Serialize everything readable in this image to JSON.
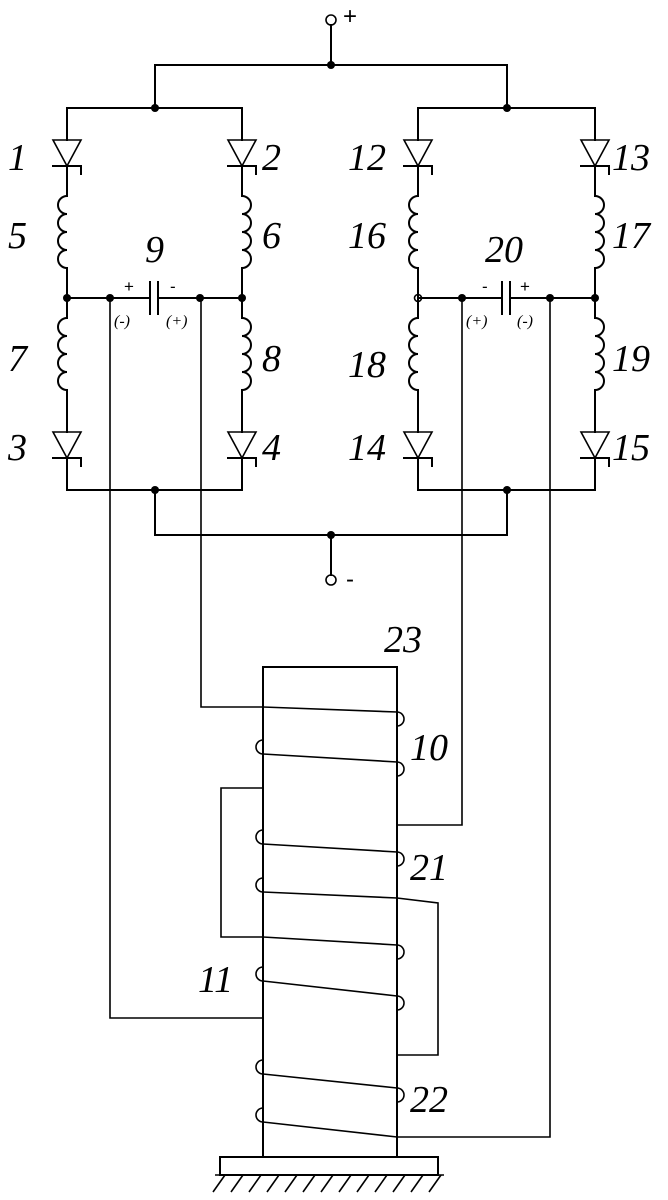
{
  "terminals": {
    "plus": "+",
    "minus": "-"
  },
  "labels": {
    "d1": "1",
    "d2": "2",
    "d3": "3",
    "d4": "4",
    "l5": "5",
    "l6": "6",
    "l7": "7",
    "l8": "8",
    "c9": "9",
    "w10": "10",
    "w11": "11",
    "d12": "12",
    "d13": "13",
    "d14": "14",
    "d15": "15",
    "l16": "16",
    "l17": "17",
    "l18": "18",
    "l19": "19",
    "c20": "20",
    "w21": "21",
    "w22": "22",
    "core23": "23"
  },
  "polarity": {
    "c9_left": "+",
    "c9_right": "-",
    "c9_left_alt": "(-)",
    "c9_right_alt": "(+)",
    "c20_left": "-",
    "c20_right": "+",
    "c20_left_alt": "(+)",
    "c20_right_alt": "(-)"
  }
}
